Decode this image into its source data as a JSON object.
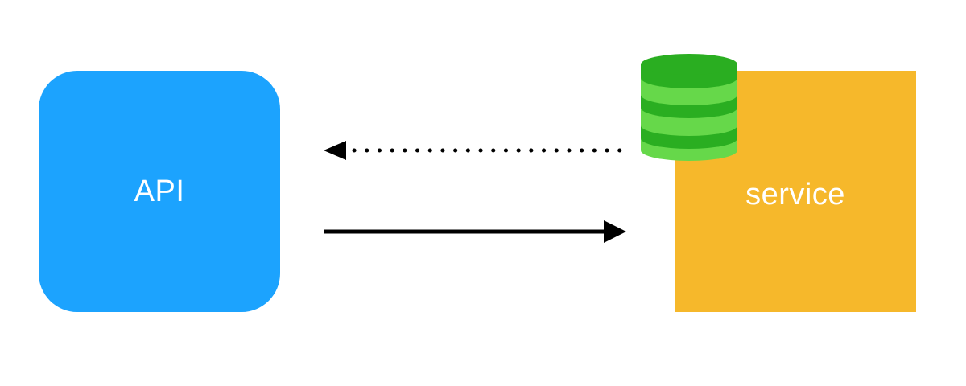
{
  "nodes": {
    "api": {
      "label": "API",
      "color": "#1CA3FE"
    },
    "service": {
      "label": "service",
      "color": "#F6B82B"
    }
  },
  "database_icon": {
    "icon": "database-icon",
    "dark_color": "#2AAE21",
    "light_color": "#66D84A"
  },
  "edges": [
    {
      "from": "service",
      "to": "api",
      "style": "dotted"
    },
    {
      "from": "api",
      "to": "service",
      "style": "solid"
    }
  ],
  "arrow_color": "#000000"
}
